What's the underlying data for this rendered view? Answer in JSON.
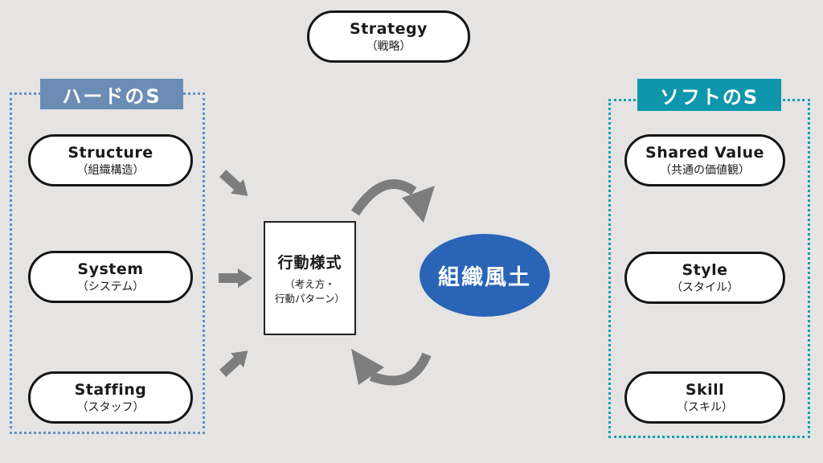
{
  "strategy": {
    "en": "Strategy",
    "jp": "（戦略）"
  },
  "hard_group": {
    "title": "ハードのS",
    "items": [
      {
        "en": "Structure",
        "jp": "（組織構造）"
      },
      {
        "en": "System",
        "jp": "（システム）"
      },
      {
        "en": "Staffing",
        "jp": "（スタッフ）"
      }
    ]
  },
  "soft_group": {
    "title": "ソフトのS",
    "items": [
      {
        "en": "Shared Value",
        "jp": "（共通の価値観）"
      },
      {
        "en": "Style",
        "jp": "（スタイル）"
      },
      {
        "en": "Skill",
        "jp": "（スキル）"
      }
    ]
  },
  "center_box": {
    "title": "行動様式",
    "sub1": "（考え方・",
    "sub2": "行動パターン）"
  },
  "ellipse": {
    "label": "組織風土"
  },
  "colors": {
    "background": "#e5e4e3",
    "hard-accent": "#6b8cb4",
    "hard-border": "#6090c8",
    "soft-accent": "#0e96ac",
    "soft-border": "#0f9eb4",
    "ellipse": "#2a64b6",
    "arrow": "#7d7d7d",
    "pill-border": "#151515",
    "text": "#1a1a1a"
  }
}
